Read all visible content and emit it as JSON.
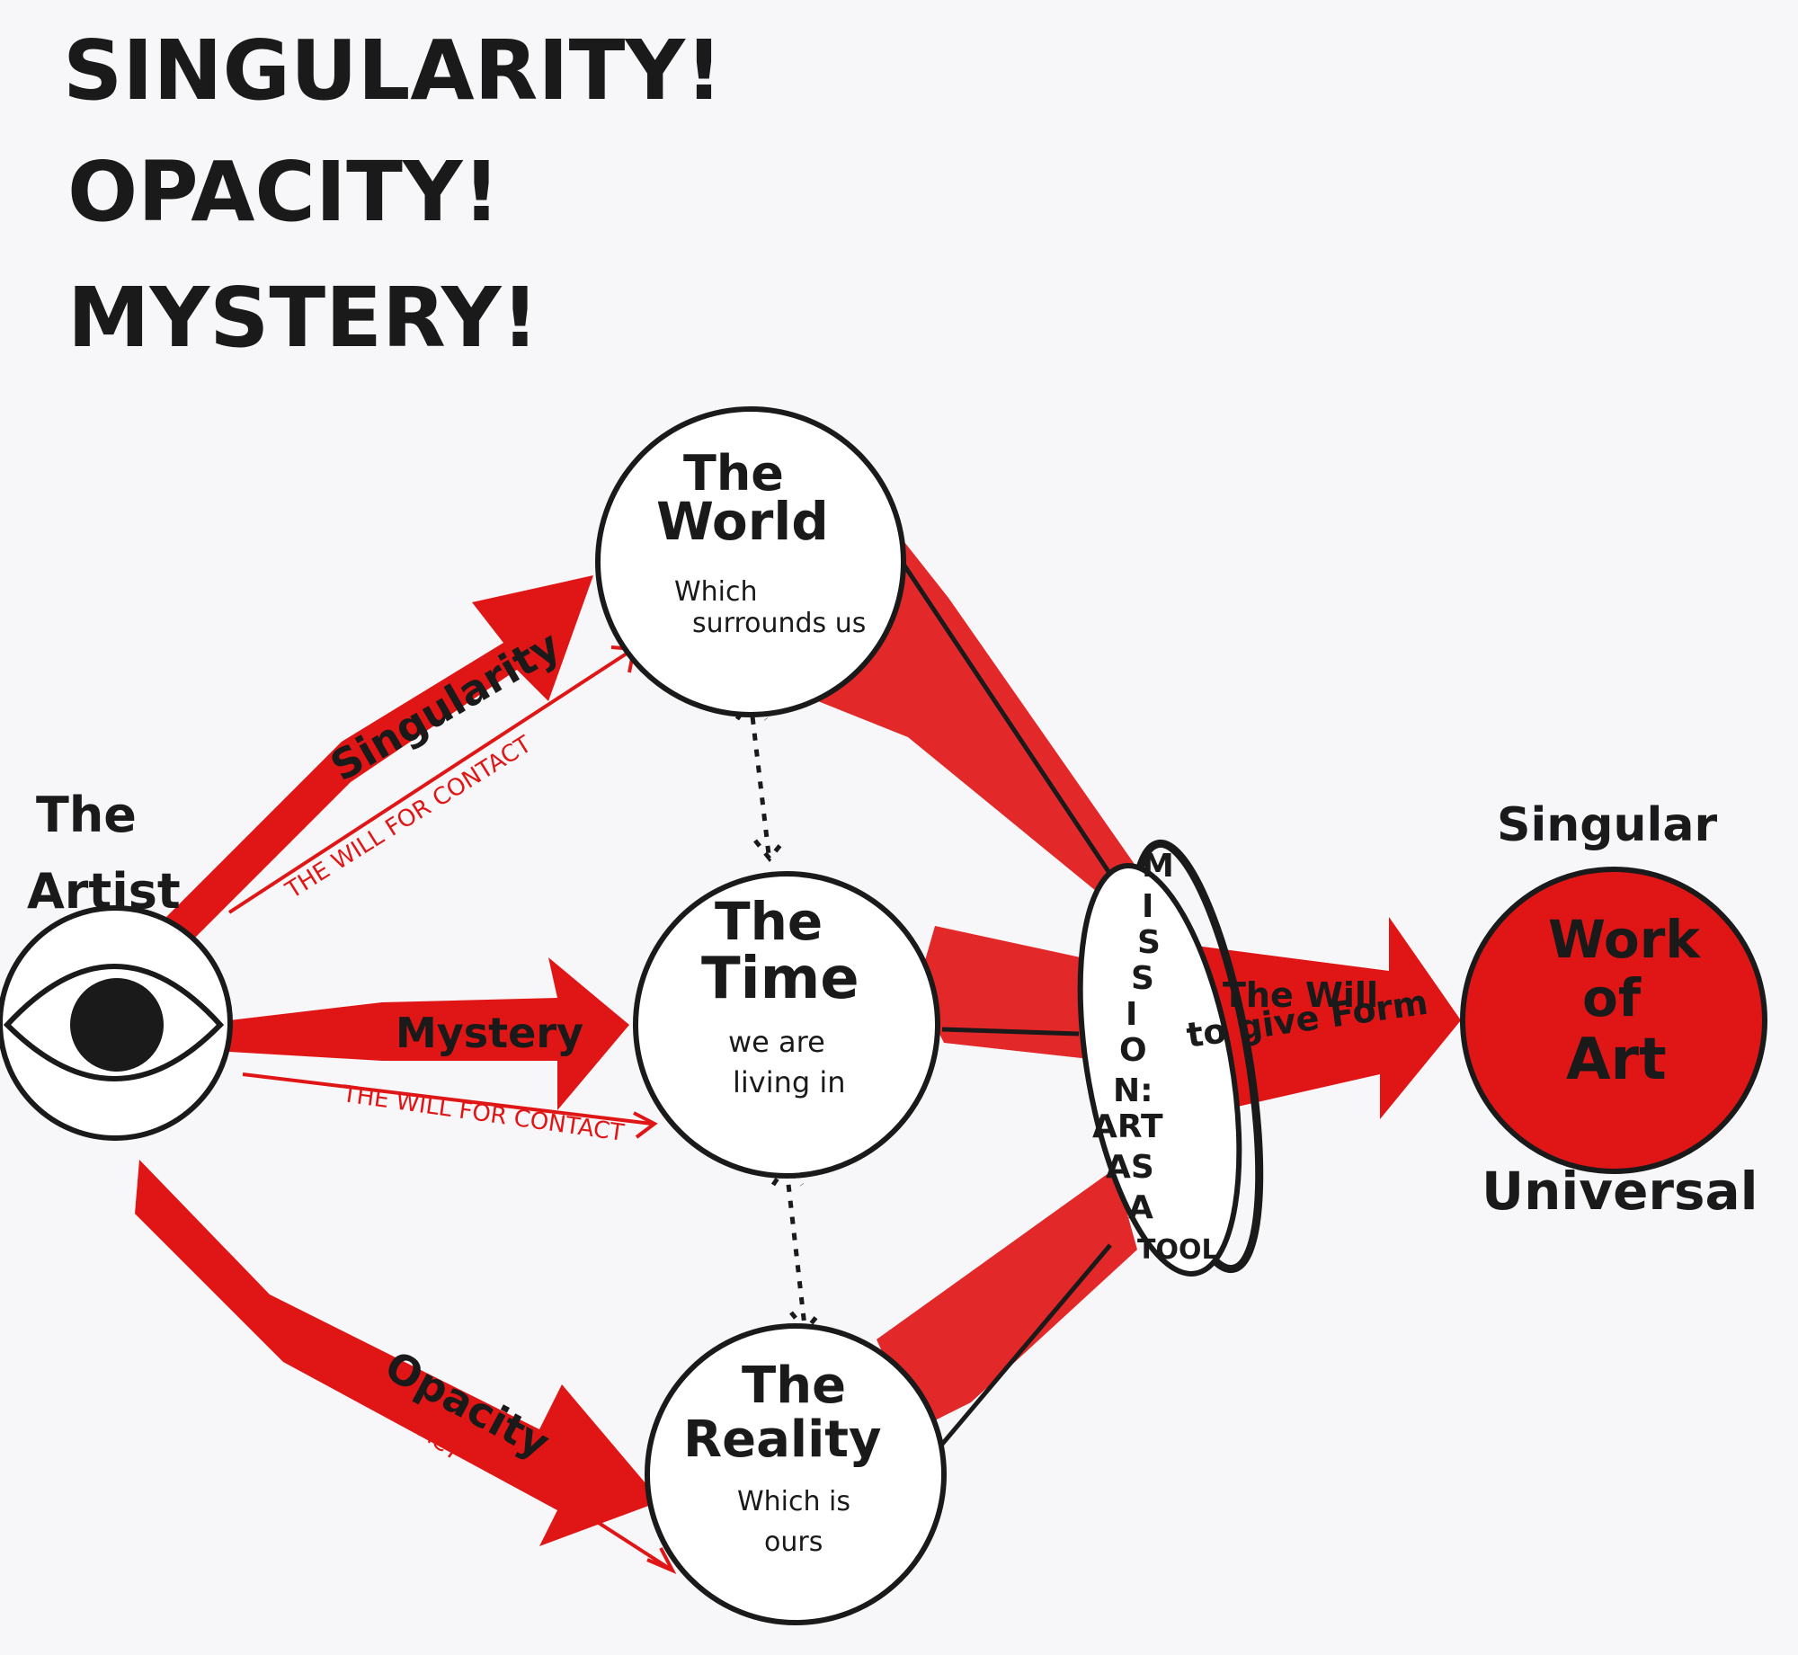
{
  "colors": {
    "ink": "#1a1a1a",
    "red": "#e01616",
    "paper": "#f7f6f8"
  },
  "title": {
    "line1": "SINGULARITY!",
    "line2": "OPACITY!",
    "line3": "MYSTERY!"
  },
  "artist": {
    "line1": "The",
    "line2": "Artist",
    "icon": "eye-icon"
  },
  "nodes": {
    "world": {
      "title1": "The",
      "title2": "World",
      "sub1": "Which",
      "sub2": "surrounds us"
    },
    "time": {
      "title1": "The",
      "title2": "Time",
      "sub1": "we are",
      "sub2": "living in"
    },
    "reality": {
      "title1": "The",
      "title2": "Reality",
      "sub1": "Which is",
      "sub2": "ours"
    }
  },
  "arrows": {
    "singularity": "Singularity",
    "mystery": "Mystery",
    "opacity": "Opacity",
    "contact_top": "THE WILL FOR CONTACT",
    "contact_mid": "THE WILL FOR CONTACT",
    "contact_bot": "THE WILL FOR CONTACT",
    "give_form1": "The Will",
    "give_form2": "to give Form"
  },
  "mission": {
    "letters": [
      "M",
      "I",
      "S",
      "S",
      "I",
      "O",
      "N:"
    ],
    "line1": "ART",
    "line2": "AS",
    "line3": "A",
    "line4": "TOOL"
  },
  "work": {
    "top": "Singular",
    "line1": "Work",
    "line2": "of",
    "line3": "Art",
    "bottom": "Universal"
  }
}
